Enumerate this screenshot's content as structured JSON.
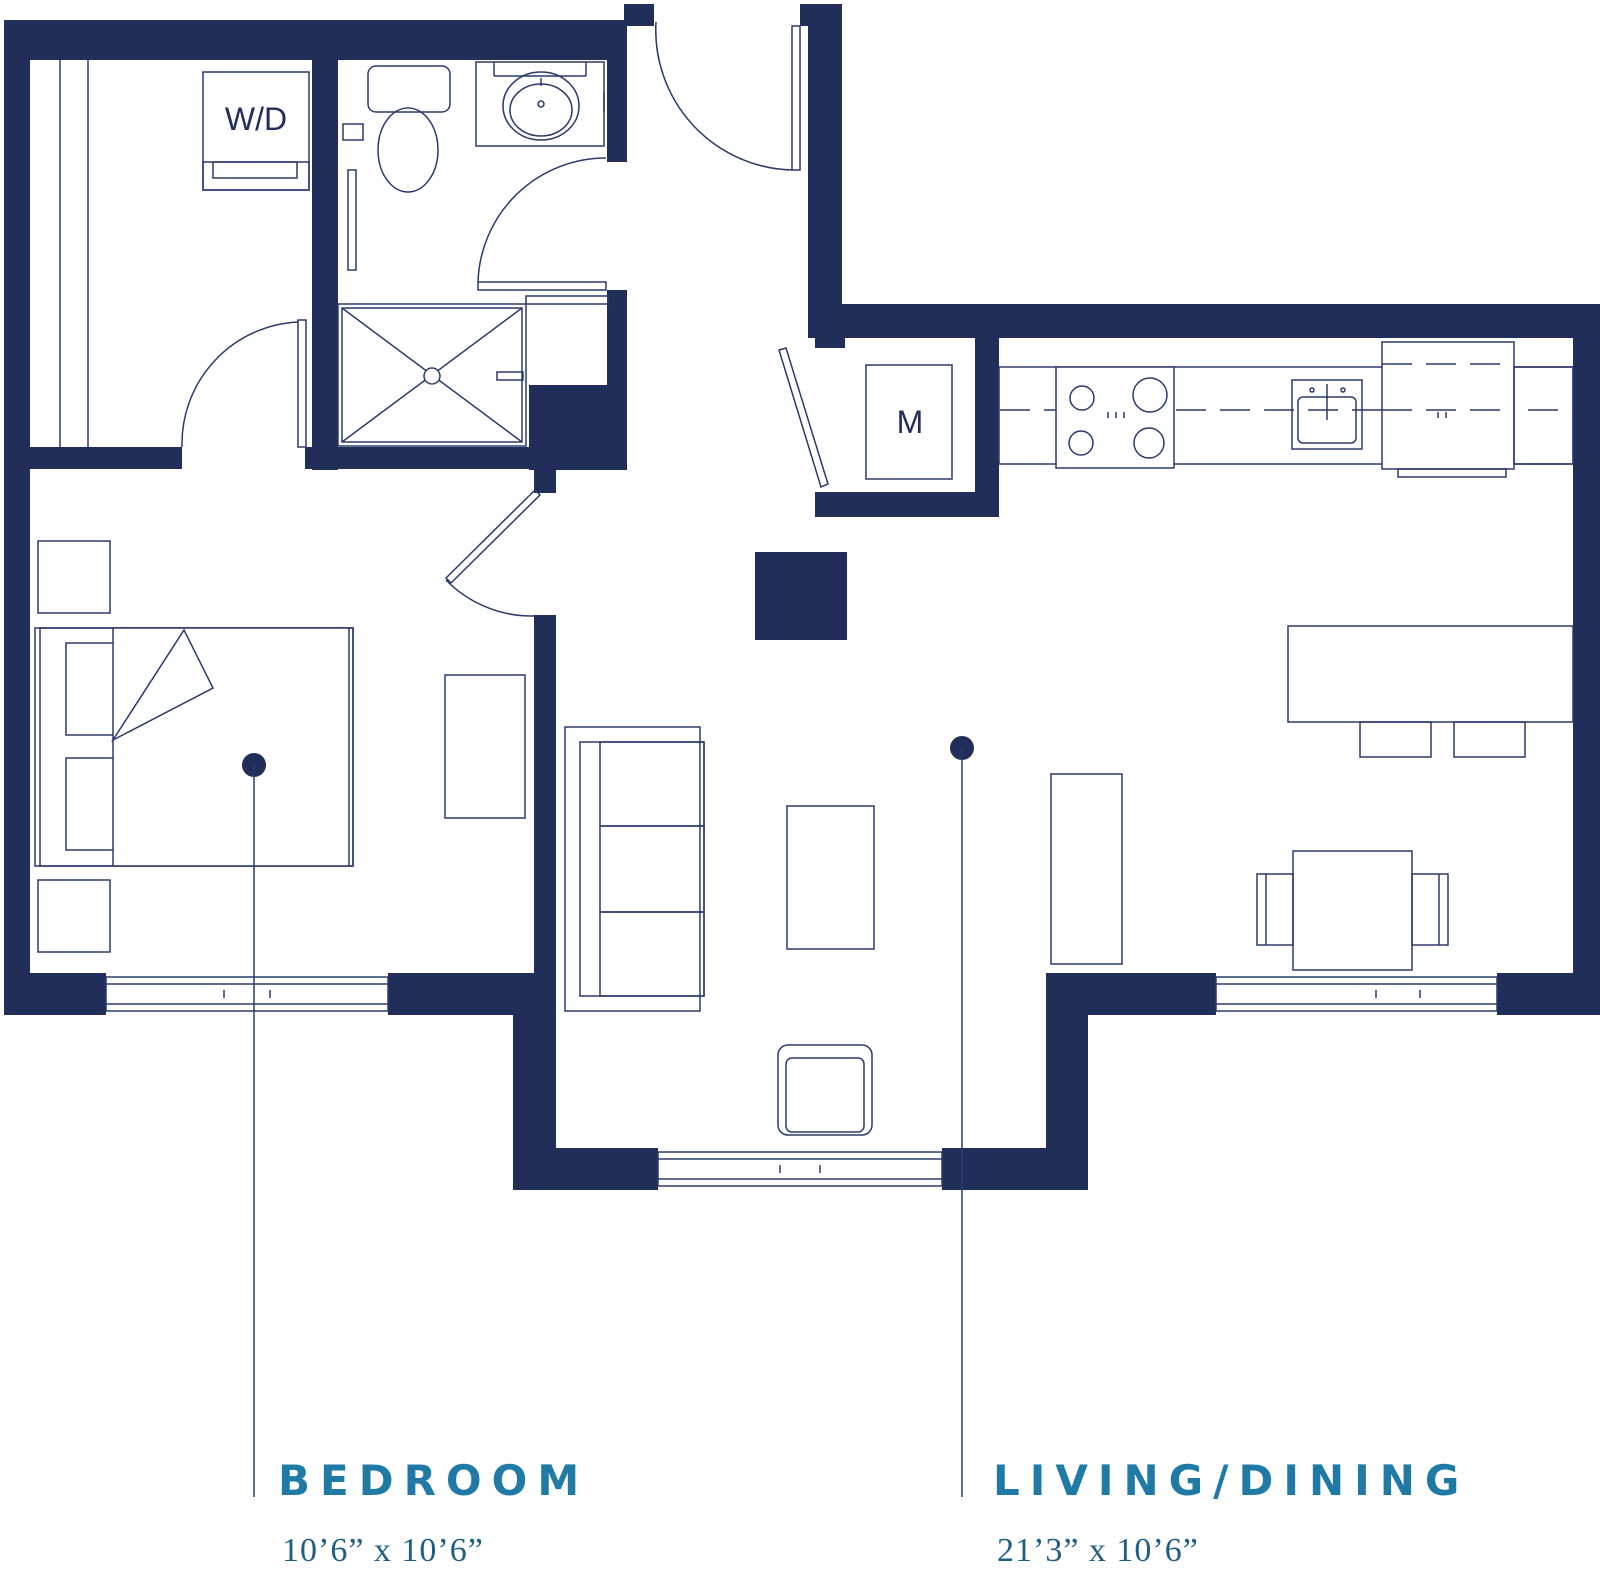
{
  "colors": {
    "wall": "#222e5a",
    "line": "#2b3a6e",
    "label": "#1f7aa6",
    "dimension": "#1f5f86"
  },
  "fixtures": {
    "washer_dryer": "W/D",
    "mechanical": "M"
  },
  "rooms": {
    "bedroom": {
      "name": "BEDROOM",
      "dimensions": "10’6” x 10’6”"
    },
    "living": {
      "name": "LIVING/DINING",
      "dimensions": "21’3” x 10’6”"
    }
  }
}
